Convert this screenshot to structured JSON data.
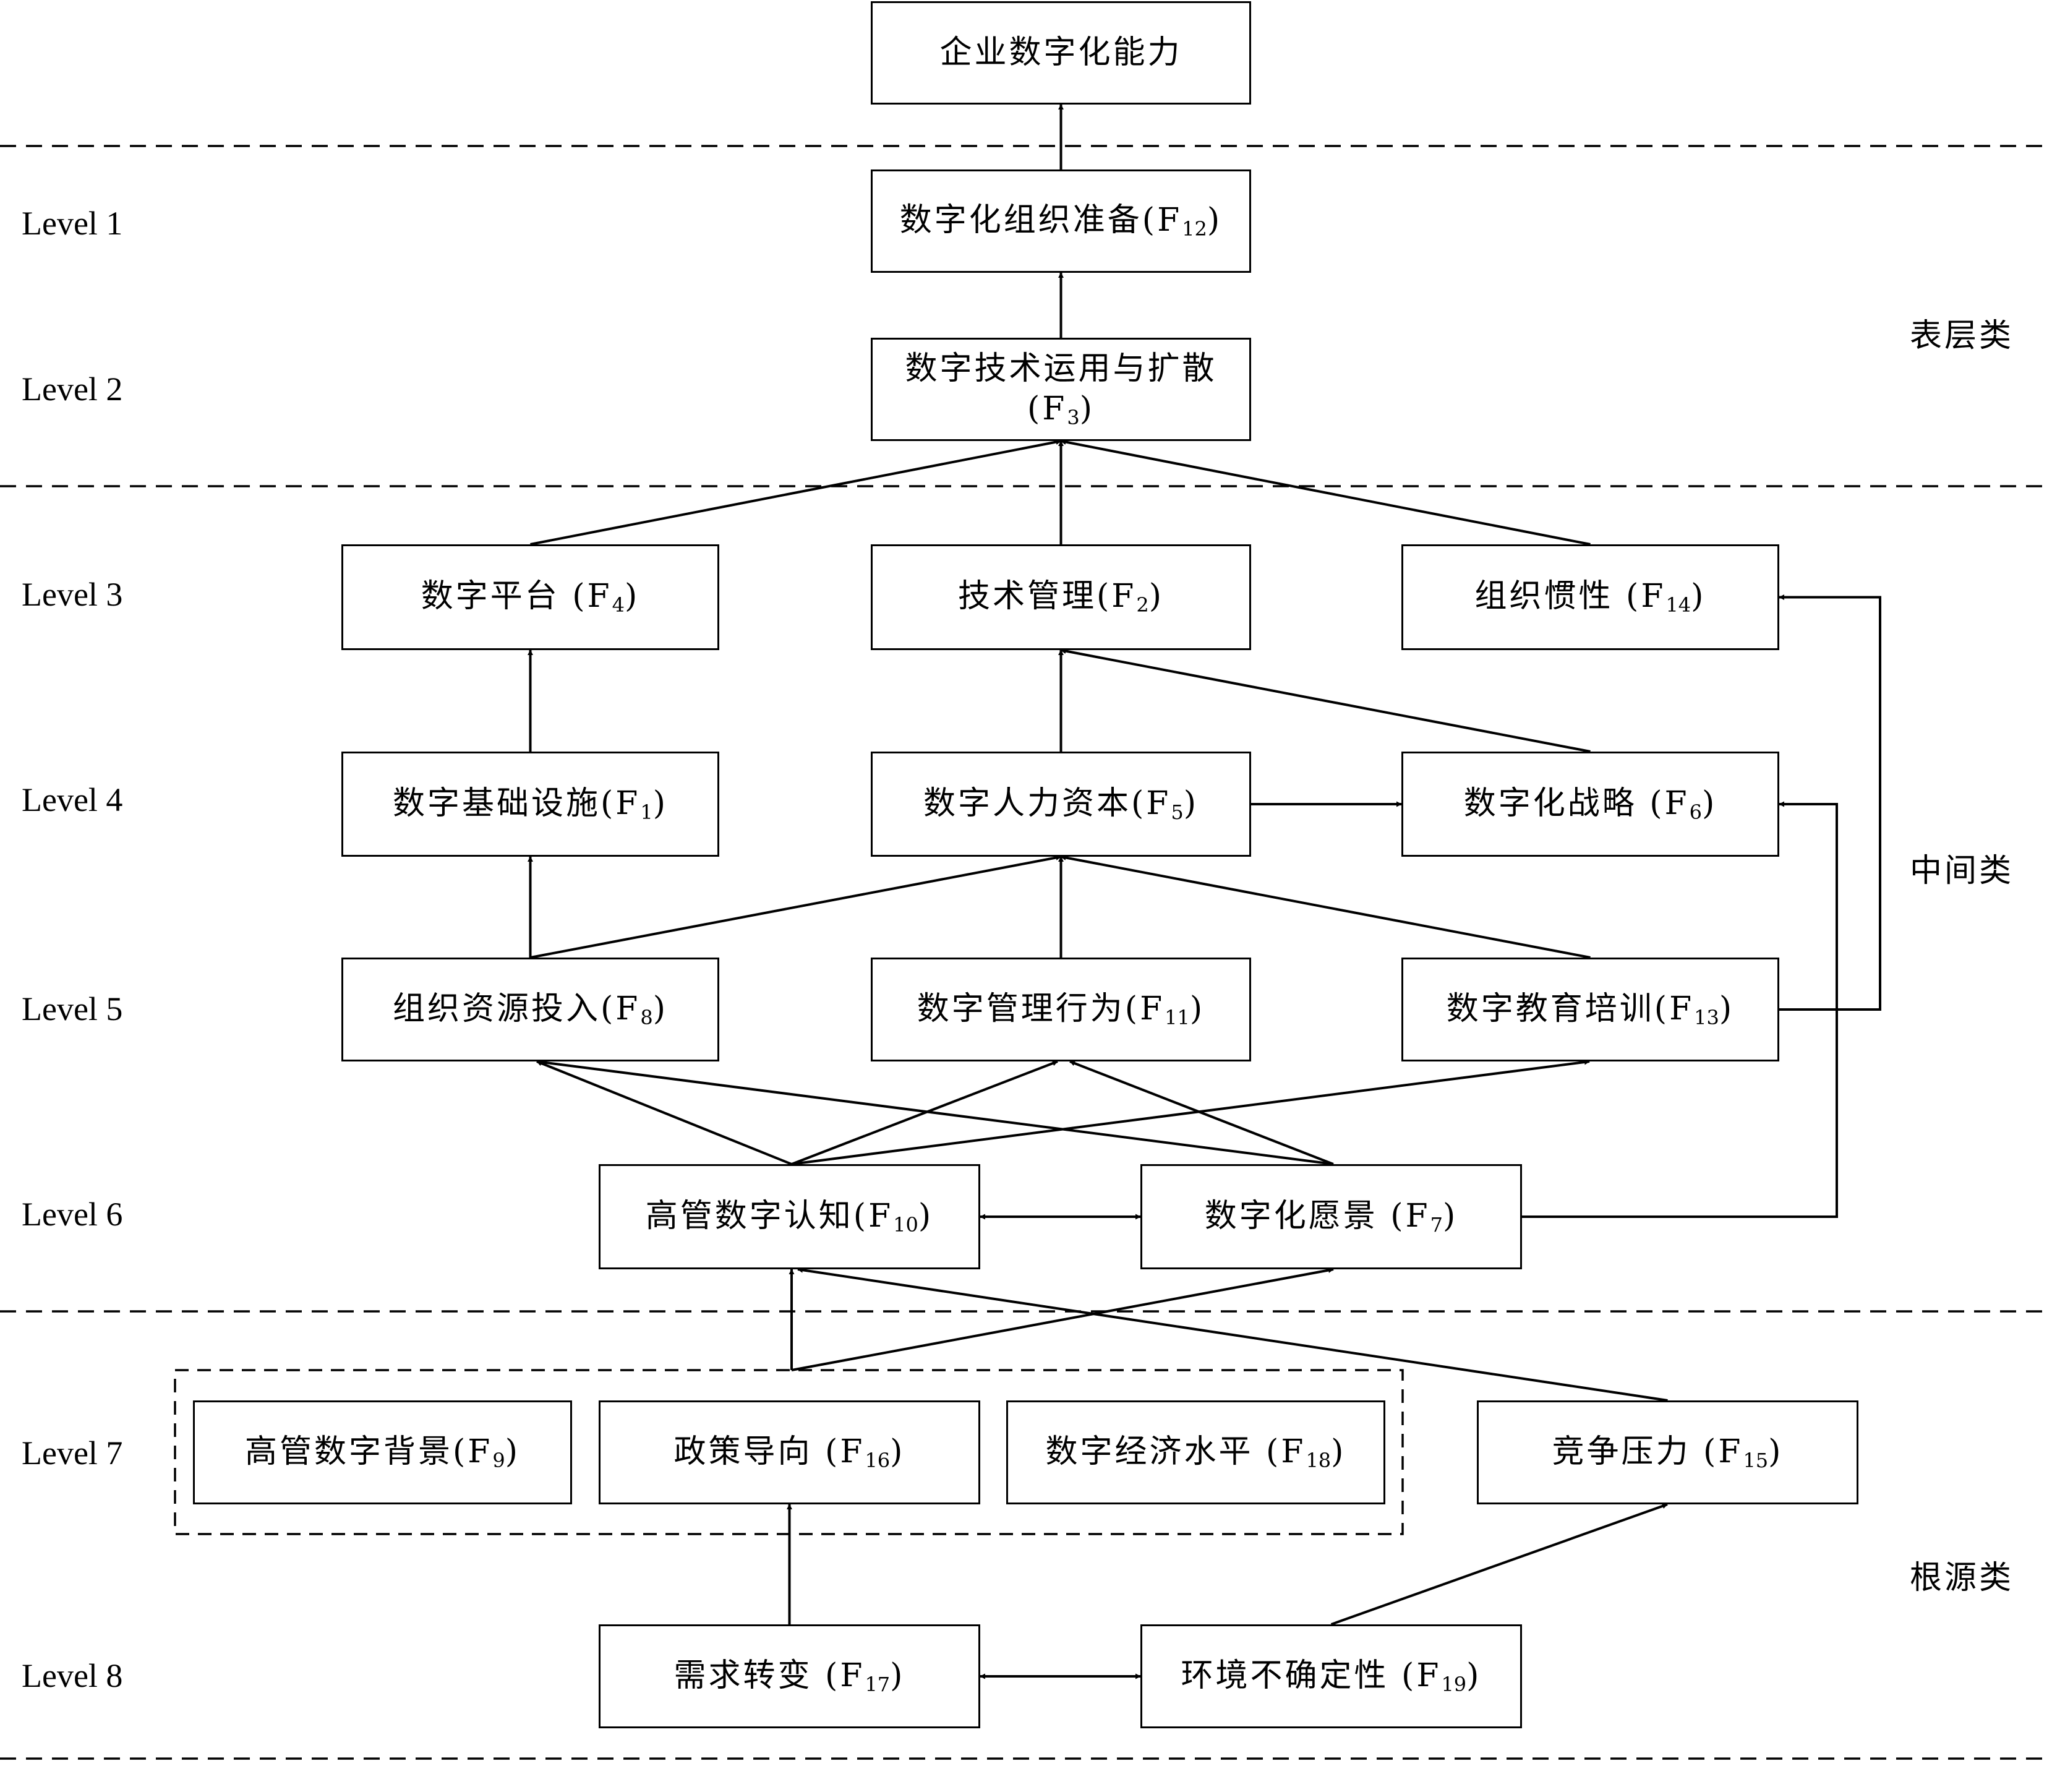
{
  "diagram": {
    "levels": [
      "Level 1",
      "Level 2",
      "Level 3",
      "Level 4",
      "Level 5",
      "Level 6",
      "Level 7",
      "Level 8"
    ],
    "categories": {
      "surface": "表层类",
      "middle": "中间类",
      "root": "根源类"
    },
    "nodes": {
      "top": {
        "label": "企业数字化能力",
        "sub": ""
      },
      "F12": {
        "label": "数字化组织准备(F",
        "sub": "12",
        "tail": ")"
      },
      "F3": {
        "label": "数字技术运用与扩散",
        "line2": "(F",
        "sub": "3",
        "tail": ")"
      },
      "F4": {
        "label": "数字平台 (F",
        "sub": "4",
        "tail": ")"
      },
      "F2": {
        "label": "技术管理(F",
        "sub": "2",
        "tail": ")"
      },
      "F14": {
        "label": "组织惯性 (F",
        "sub": "14",
        "tail": ")"
      },
      "F1": {
        "label": "数字基础设施(F",
        "sub": "1",
        "tail": ")"
      },
      "F5": {
        "label": "数字人力资本(F",
        "sub": "5",
        "tail": ")"
      },
      "F6": {
        "label": "数字化战略 (F",
        "sub": "6",
        "tail": ")"
      },
      "F8": {
        "label": "组织资源投入(F",
        "sub": "8",
        "tail": ")"
      },
      "F11": {
        "label": "数字管理行为(F",
        "sub": "11",
        "tail": ")"
      },
      "F13": {
        "label": "数字教育培训(F",
        "sub": "13",
        "tail": ")"
      },
      "F10": {
        "label": "高管数字认知(F",
        "sub": "10",
        "tail": ")"
      },
      "F7": {
        "label": "数字化愿景 (F",
        "sub": "7",
        "tail": ")"
      },
      "F9": {
        "label": "高管数字背景(F",
        "sub": "9",
        "tail": ")"
      },
      "F16": {
        "label": "政策导向 (F",
        "sub": "16",
        "tail": ")"
      },
      "F18": {
        "label": "数字经济水平 (F",
        "sub": "18",
        "tail": ")"
      },
      "F15": {
        "label": "竞争压力 (F",
        "sub": "15",
        "tail": ")"
      },
      "F17": {
        "label": "需求转变 (F",
        "sub": "17",
        "tail": ")"
      },
      "F19": {
        "label": "环境不确定性 (F",
        "sub": "19",
        "tail": ")"
      }
    },
    "edges": [
      [
        "F12",
        "top"
      ],
      [
        "F3",
        "F12"
      ],
      [
        "F4",
        "F3"
      ],
      [
        "F2",
        "F3"
      ],
      [
        "F14",
        "F3"
      ],
      [
        "F1",
        "F4"
      ],
      [
        "F5",
        "F2"
      ],
      [
        "F6",
        "F2"
      ],
      [
        "F5",
        "F6"
      ],
      [
        "F8",
        "F1"
      ],
      [
        "F8",
        "F5"
      ],
      [
        "F11",
        "F5"
      ],
      [
        "F13",
        "F5"
      ],
      [
        "F13",
        "F14"
      ],
      [
        "F7",
        "F6"
      ],
      [
        "F10",
        "F8"
      ],
      [
        "F10",
        "F11"
      ],
      [
        "F10",
        "F13"
      ],
      [
        "F7",
        "F8"
      ],
      [
        "F7",
        "F11"
      ],
      [
        "F10",
        "F7",
        "both"
      ],
      [
        "group7",
        "F10"
      ],
      [
        "group7",
        "F7"
      ],
      [
        "F15",
        "F10"
      ],
      [
        "F17",
        "F16"
      ],
      [
        "F19",
        "F15"
      ],
      [
        "F17",
        "F19",
        "both"
      ]
    ]
  }
}
